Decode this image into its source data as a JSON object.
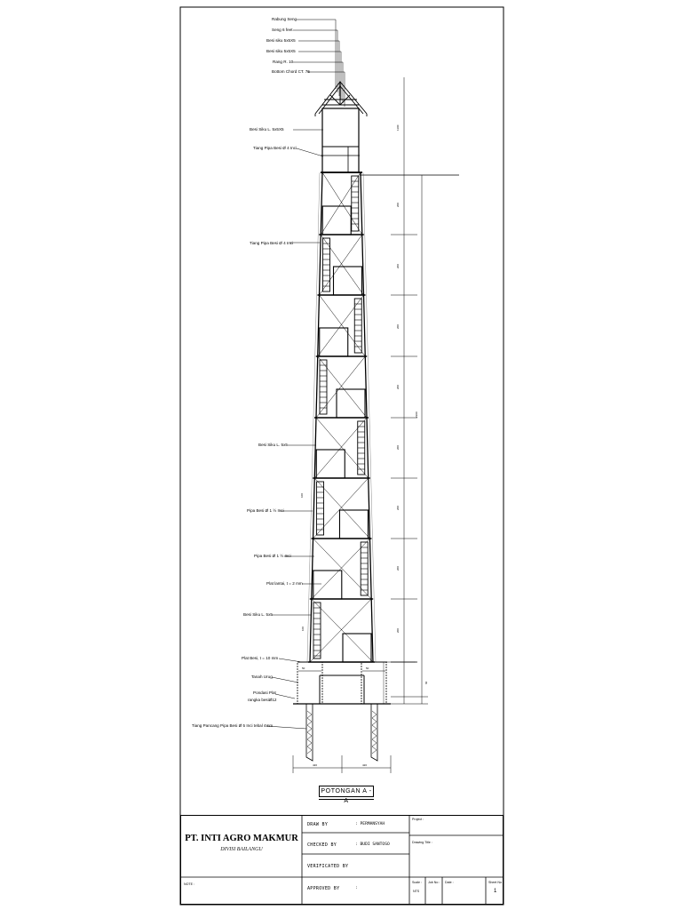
{
  "drawing": {
    "section_title": "POTONGAN A - A",
    "labels": {
      "rabung_seng": "Rabung Seng",
      "seng_6_feet": "Seng 6 feet",
      "besi_siku_5x5x5_1": "Besi siku 5x5X5",
      "besi_siku_5x5x5_2": "Besi siku 5x5X5",
      "rang_r10": "Rang R. 10",
      "bottom_chord": "Bottom Chord CT. 75",
      "besi_siku_top": "Besi Siku L. 5x5X5",
      "tiang_pipa_1": "Tiang Pipa Besi  Ø 4 Inci",
      "tiang_pipa_2": "Tiang Pipa Besi  Ø 4 Inci",
      "besi_siku_mid": "Besi Siku L. 5x5",
      "pipa_besi_1": "Pipa Besi  Ø 1 ½ Inci",
      "pipa_besi_2": "Pipa Besi  Ø 1 ½ Inci",
      "plat_lantai": "Plat lantai, t = 2 mm",
      "besi_siku_low": "Besi Siku L. 5x5",
      "plat_besi": "Plat Besi, t = 10 mm",
      "tanah_urug": "Tanah Urug",
      "pondasi_1": "Pondasi Plat",
      "pondasi_2": "rangka besiØ12",
      "tiang_pancang": "Tiang Pancang Pipa Besi  Ø 5 Inci tebal 4mm"
    },
    "dimensions": {
      "top": "1100",
      "segment": "200",
      "total": "2300",
      "base_left": "420",
      "base_right": "420",
      "platform": "100",
      "small": "50",
      "footing": "60"
    }
  },
  "title_block": {
    "company": "PT. INTI AGRO MAKMUR",
    "division": "DIVISI BAILANGU",
    "draw_by_label": "DRAW BY",
    "draw_by_value": ": PERMANSYAH",
    "checked_by_label": "CHECKED BY",
    "checked_by_value": ": BUDI SANTOSO",
    "verificated_by_label": "VERIFICATED BY",
    "approved_by_label": "APPROVED BY",
    "approved_by_value": ":",
    "project_label": "Project :",
    "drawing_title_label": "Drawing Title :",
    "scale_label": "Scale :",
    "scale_value": "NTS",
    "job_no_label": "Job No :",
    "date_label": "Date :",
    "sheet_no_label": "Sheet No :",
    "sheet_no_value": "1",
    "note_label": "NOTE :"
  },
  "colors": {
    "line": "#000000",
    "light_line": "#888888",
    "background": "#ffffff"
  }
}
